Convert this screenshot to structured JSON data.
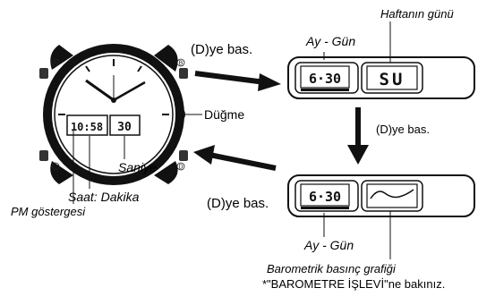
{
  "labels": {
    "haftanin_gunu": "Haftanın günü",
    "ay_gun_top": "Ay - Gün",
    "dye_bas_top": "(D)ye bas.",
    "dye_bas_right": "(D)ye bas.",
    "dye_bas_bottom": "(D)ye bas.",
    "dugme": "Düğme",
    "saniye": "Saniye",
    "saat_dakika": "Saat: Dakika",
    "pm_gostergesi": "PM göstergesi",
    "ay_gun_bottom": "Ay - Gün",
    "barometrik": "Barometrik basınç grafiği",
    "barometre_note": "*\"BAROMETRE İŞLEVİ\"ne bakınız."
  },
  "watch": {
    "button_letters": [
      "A",
      "B",
      "C",
      "D"
    ],
    "time_display": "10:58",
    "seconds_display": "30"
  },
  "display_top": {
    "date": "6·30",
    "weekday": "SU"
  },
  "display_bottom": {
    "date": "6·30"
  }
}
